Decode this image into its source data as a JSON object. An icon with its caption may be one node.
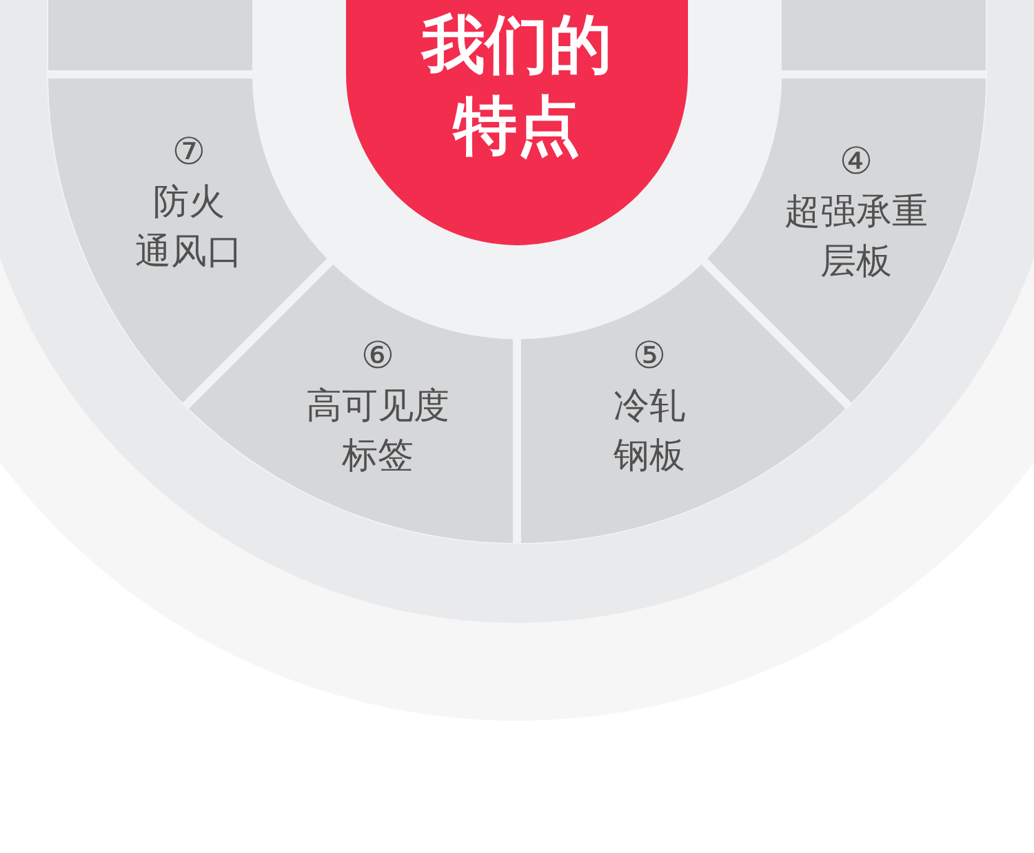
{
  "diagram": {
    "nodes": [
      {
        "text": [
          "我们的特点"
        ]
      },
      {
        "text": [],
        "shape": "box"
      },
      {
        "text": [],
        "shape": "box"
      },
      {
        "text": [
          "⑦",
          "防火通风口"
        ]
      },
      {
        "text": [
          "④",
          "超强承重层板"
        ]
      },
      {
        "text": [
          "⑥",
          "高可见度标签"
        ]
      },
      {
        "text": [
          "⑤",
          "冷轧钢板"
        ]
      }
    ]
  }
}
